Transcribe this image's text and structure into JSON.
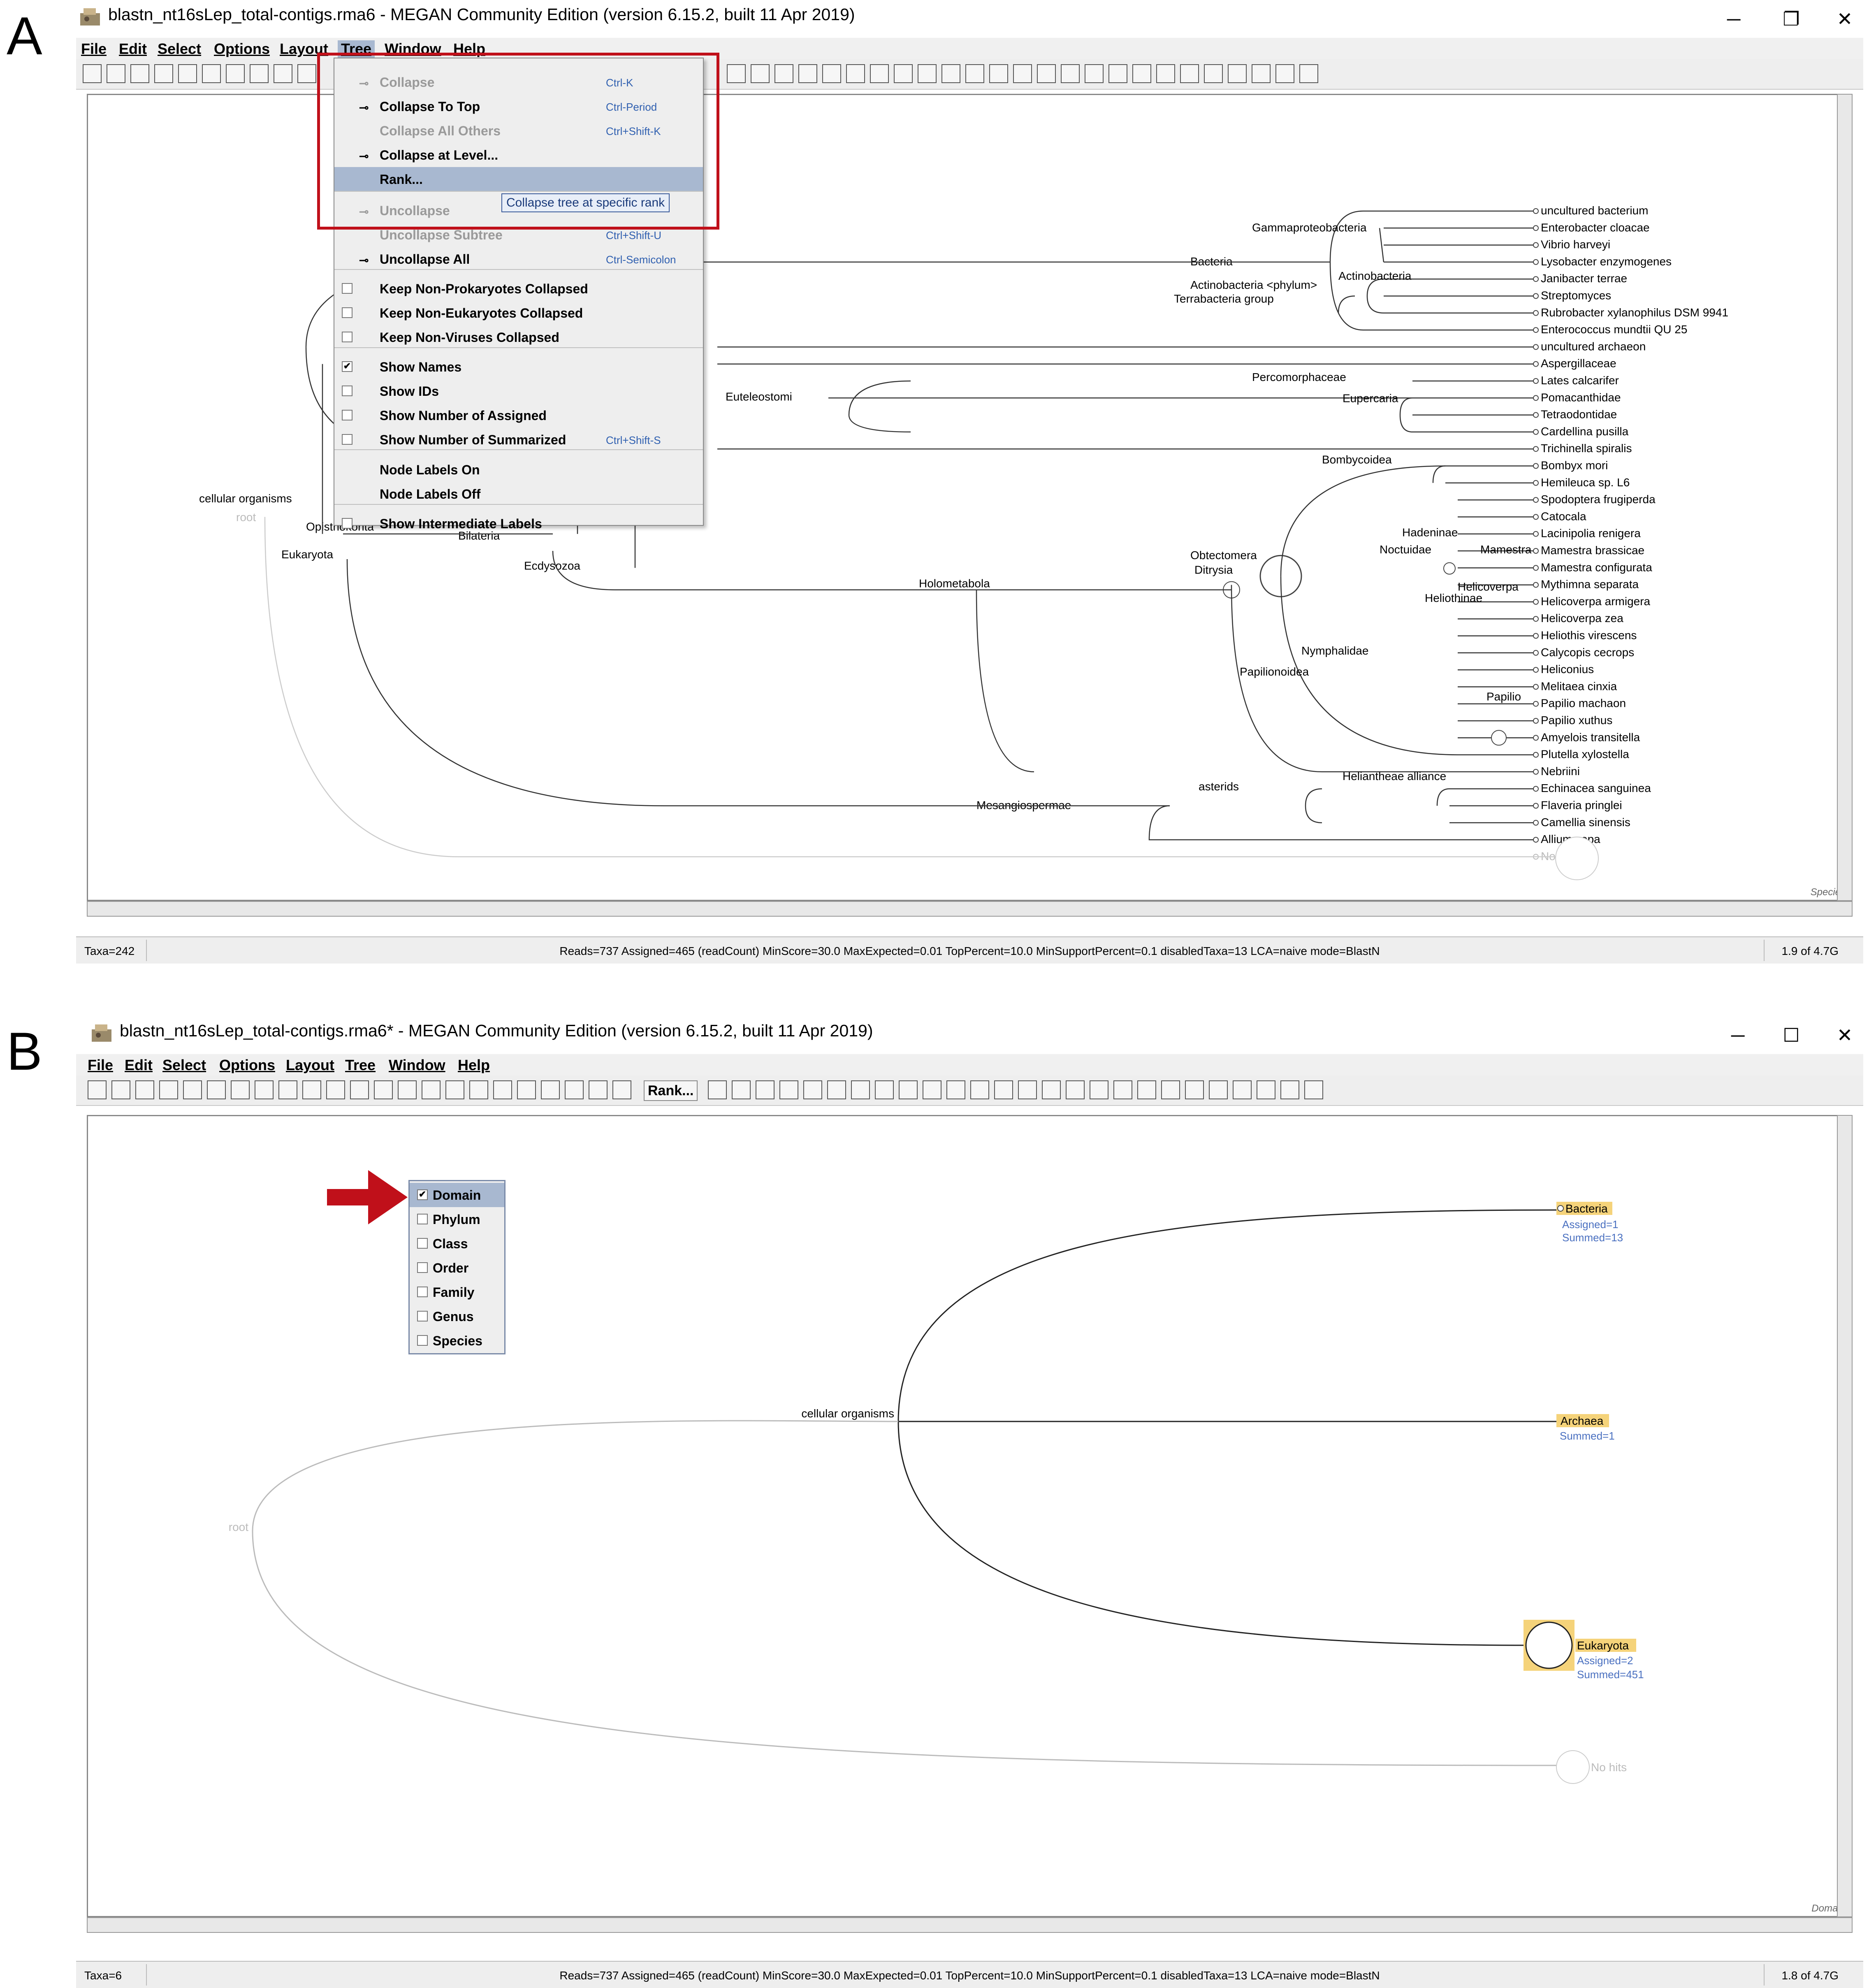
{
  "panels": [
    {
      "letter": "A",
      "title": "blastn_nt16sLep_total-contigs.rma6 - MEGAN Community Edition (version 6.15.2, built 11 Apr 2019)",
      "menus": [
        "File",
        "Edit",
        "Select",
        "Options",
        "Layout",
        "Tree",
        "Window",
        "Help"
      ],
      "status": {
        "taxa": "Taxa=242",
        "info": "Reads=737 Assigned=465 (readCount) MinScore=30.0 MaxExpected=0.01 TopPercent=10.0 MinSupportPercent=0.1 disabledTaxa=13 LCA=naive mode=BlastN",
        "memory": "1.9 of 4.7G"
      },
      "corner_label": "Species",
      "tree_menu": {
        "items": [
          {
            "label": "Collapse",
            "shortcut": "Ctrl-K",
            "disabled": true
          },
          {
            "label": "Collapse To Top",
            "shortcut": "Ctrl-Period"
          },
          {
            "label": "Collapse All Others",
            "shortcut": "Ctrl+Shift-K",
            "disabled": true
          },
          {
            "label": "Collapse at Level...",
            "shortcut": ""
          },
          {
            "label": "Rank...",
            "shortcut": "",
            "highlighted": true
          },
          {
            "label": "Uncollapse",
            "shortcut": "",
            "disabled": true
          },
          {
            "label": "Uncollapse Subtree",
            "shortcut": "Ctrl+Shift-U",
            "disabled": true
          },
          {
            "label": "Uncollapse All",
            "shortcut": "Ctrl-Semicolon"
          },
          {
            "label": "Keep Non-Prokaryotes Collapsed",
            "checkbox": true
          },
          {
            "label": "Keep Non-Eukaryotes Collapsed",
            "checkbox": true
          },
          {
            "label": "Keep Non-Viruses Collapsed",
            "checkbox": true
          },
          {
            "label": "Show Names",
            "checkbox": true,
            "checked": true
          },
          {
            "label": "Show IDs",
            "checkbox": true
          },
          {
            "label": "Show Number of Assigned",
            "checkbox": true
          },
          {
            "label": "Show Number of Summarized",
            "shortcut": "Ctrl+Shift-S",
            "checkbox": true
          },
          {
            "label": "Node Labels On"
          },
          {
            "label": "Node Labels Off"
          },
          {
            "label": "Show Intermediate Labels",
            "checkbox": true
          }
        ],
        "tooltip": "Collapse tree at specific rank"
      },
      "leaves": [
        "uncultured bacterium",
        "Enterobacter cloacae",
        "Vibrio harveyi",
        "Lysobacter enzymogenes",
        "Janibacter terrae",
        "Streptomyces",
        "Rubrobacter xylanophilus DSM 9941",
        "Enterococcus mundtii QU 25",
        "uncultured archaeon",
        "Aspergillaceae",
        "Lates calcarifer",
        "Pomacanthidae",
        "Tetraodontidae",
        "Cardellina pusilla",
        "Trichinella spiralis",
        "Bombyx mori",
        "Hemileuca sp. L6",
        "Spodoptera frugiperda",
        "Catocala",
        "Lacinipolia renigera",
        "Mamestra brassicae",
        "Mamestra configurata",
        "Mythimna separata",
        "Helicoverpa armigera",
        "Helicoverpa zea",
        "Heliothis virescens",
        "Calycopis cecrops",
        "Heliconius",
        "Melitaea cinxia",
        "Papilio machaon",
        "Papilio xuthus",
        "Amyelois transitella",
        "Plutella xylostella",
        "Nebriini",
        "Echinacea sanguinea",
        "Flaveria pringlei",
        "Camellia sinensis",
        "Allium cepa",
        "No hits"
      ],
      "internal_nodes": {
        "gamma": "Gammaproteobacteria",
        "bacteria": "Bacteria",
        "actino": "Actinobacteria",
        "actino_phylum": "Actinobacteria <phylum>",
        "terra": "Terrabacteria group",
        "percomorph": "Percomorphaceae",
        "eupercaria": "Eupercaria",
        "euteleostomi": "Euteleostomi",
        "bombycoidea": "Bombycoidea",
        "hadeninae": "Hadeninae",
        "noctuidae": "Noctuidae",
        "mamestra": "Mamestra",
        "helicoverpa": "Helicoverpa",
        "heliothinae": "Heliothinae",
        "obtectomera": "Obtectomera",
        "ditrysia": "Ditrysia",
        "nymphalidae": "Nymphalidae",
        "papilionoidea": "Papilionoidea",
        "papilio": "Papilio",
        "holometabola": "Holometabola",
        "ecdysozoa": "Ecdysozoa",
        "bilateria": "Bilateria",
        "opisthokonta": "Opisthokonta",
        "eukaryota": "Eukaryota",
        "cellular": "cellular organisms",
        "root": "root",
        "mesangio": "Mesangiospermae",
        "asterids": "asterids",
        "helianth": "Heliantheae alliance"
      }
    },
    {
      "letter": "B",
      "title": "blastn_nt16sLep_total-contigs.rma6* - MEGAN Community Edition (version 6.15.2, built 11 Apr 2019)",
      "menus": [
        "File",
        "Edit",
        "Select",
        "Options",
        "Layout",
        "Tree",
        "Window",
        "Help"
      ],
      "rank_button": "Rank...",
      "status": {
        "taxa": "Taxa=6",
        "info": "Reads=737 Assigned=465 (readCount) MinScore=30.0 MaxExpected=0.01 TopPercent=10.0 MinSupportPercent=0.1 disabledTaxa=13 LCA=naive mode=BlastN",
        "memory": "1.8 of 4.7G"
      },
      "corner_label": "Domain",
      "ranks": [
        {
          "label": "Domain",
          "checked": true,
          "selected": true
        },
        {
          "label": "Phylum"
        },
        {
          "label": "Class"
        },
        {
          "label": "Order"
        },
        {
          "label": "Family"
        },
        {
          "label": "Genus"
        },
        {
          "label": "Species"
        }
      ],
      "tree": {
        "root": "root",
        "cellular": "cellular organisms",
        "bacteria": {
          "name": "Bacteria",
          "assigned": "Assigned=1",
          "summed": "Summed=13"
        },
        "archaea": {
          "name": "Archaea",
          "summed": "Summed=1"
        },
        "eukaryota": {
          "name": "Eukaryota",
          "assigned": "Assigned=2",
          "summed": "Summed=451"
        },
        "nohits": "No hits"
      }
    }
  ],
  "colors": {
    "highlight_node": "#f5d37a",
    "red_annotation": "#c0101a",
    "count_label": "#4a70c0",
    "menu_highlight": "#a8b8d0"
  }
}
